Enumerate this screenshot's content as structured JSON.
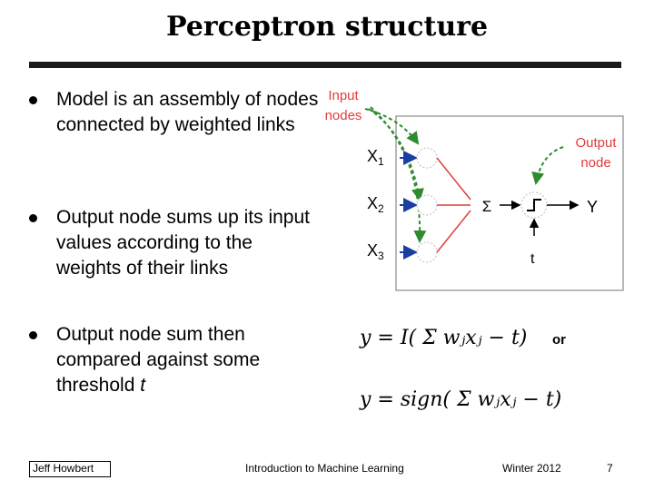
{
  "slide": {
    "title": "Perceptron structure",
    "bullets": [
      "Model is an assembly of nodes connected by weighted links",
      "Output node sums up its input values according to the weights of their links",
      "Output node sum then compared against some threshold "
    ],
    "bullet3_threshold": "t"
  },
  "diagram": {
    "input_label_line1": "Input",
    "input_label_line2": "nodes",
    "output_label_line1": "Output",
    "output_label_line2": "node",
    "x1": "X",
    "x1_sub": "1",
    "x2": "X",
    "x2_sub": "2",
    "x3": "X",
    "x3_sub": "3",
    "sigma": "Σ",
    "y": "Y",
    "t": "t",
    "label_color": "#e03c3c",
    "arrow_color": "#2e8b2e"
  },
  "equations": {
    "eq1": "y = I( Σ wⱼxⱼ − t)",
    "or": "or",
    "eq2": "y = sign( Σ wⱼxⱼ − t)"
  },
  "footer": {
    "author": "Jeff Howbert",
    "course": "Introduction to Machine Learning",
    "term": "Winter 2012",
    "page": "7"
  }
}
